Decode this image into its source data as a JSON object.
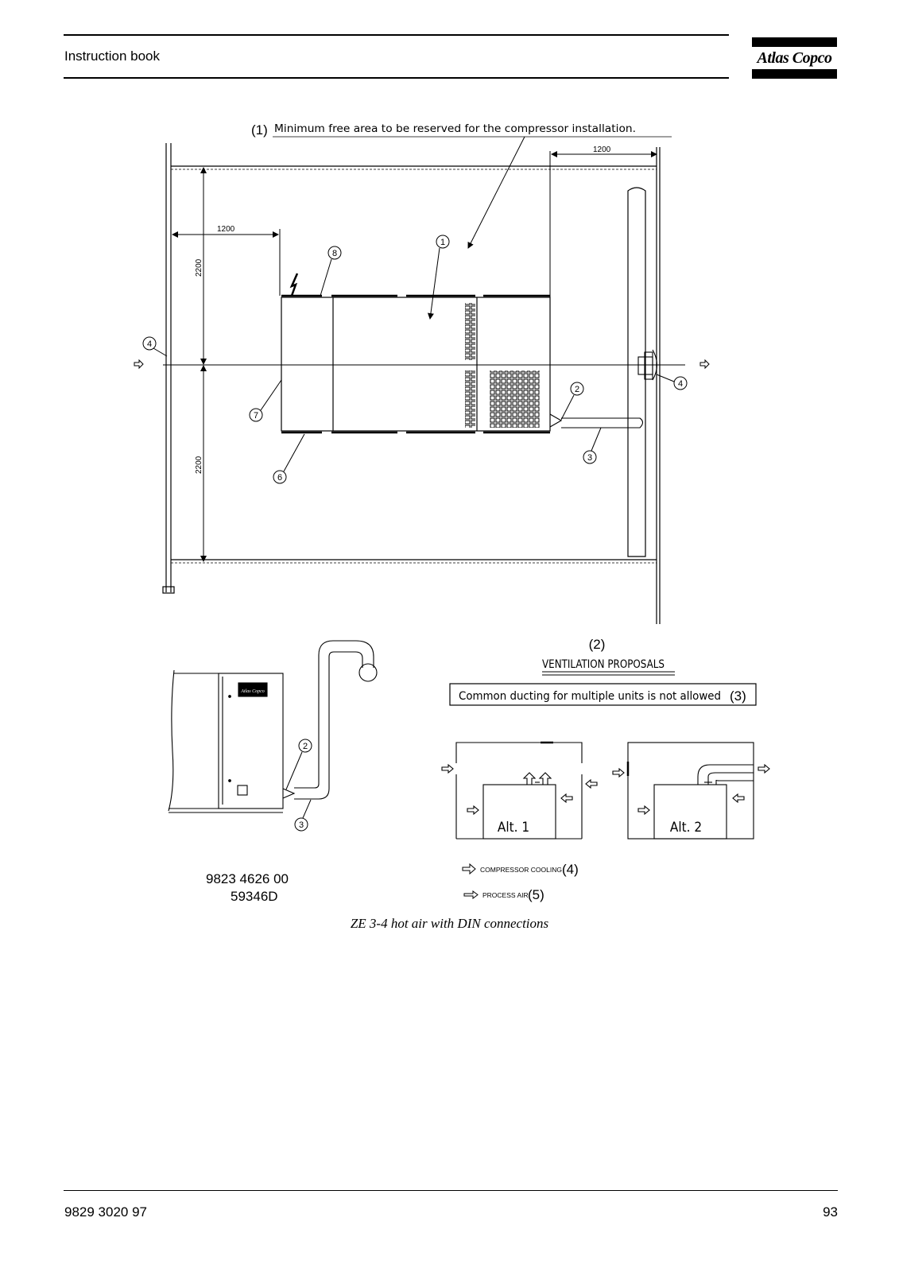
{
  "header": {
    "title": "Instruction book",
    "logo": "Atlas Copco"
  },
  "drawing": {
    "free_area_ref": "(1)",
    "free_area_text": "Minimum free area to be reserved for the compressor installation.",
    "dim_top_right": "1200",
    "dim_left": "1200",
    "dim_vertical_upper": "2200",
    "dim_vertical_lower": "2200",
    "callouts": [
      "1",
      "2",
      "3",
      "4",
      "6",
      "7",
      "8"
    ],
    "ventilation_ref": "(2)",
    "ventilation_title": "VENTILATION PROPOSALS",
    "notice_text": "Common ducting for multiple units is not allowed",
    "notice_ref": "(3)",
    "alt1": "Alt. 1",
    "alt2": "Alt. 2",
    "legend_cooling": "COMPRESSOR COOLING",
    "legend_cooling_ref": "(4)",
    "legend_process": "PROCESS AIR",
    "legend_process_ref": "(5)",
    "drawing_number": "9823 4626 00",
    "drawing_code": "59346D",
    "side_view_logo": "Atlas Copco"
  },
  "caption": "ZE 3-4 hot air with DIN connections",
  "footer": {
    "doc_number": "9829 3020 97",
    "page_number": "93"
  }
}
